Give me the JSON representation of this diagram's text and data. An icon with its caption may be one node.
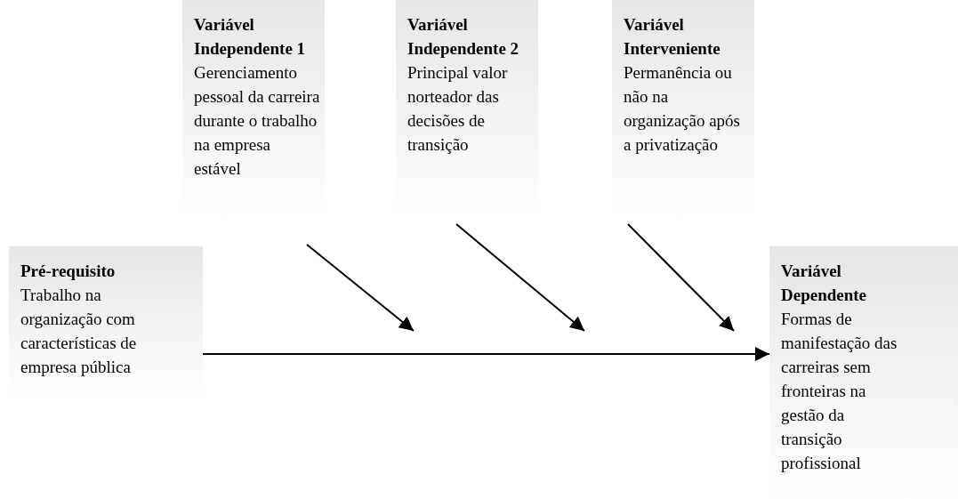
{
  "diagram": {
    "nodes": [
      {
        "text": [
          "Variável Independente 1",
          "Gerenciamento pessoal da carreira durante o trabalho na empresa estável"
        ]
      },
      {
        "text": [
          "Variável Independente 2",
          "Principal valor norteador das decisões de transição"
        ]
      },
      {
        "text": [
          "Variável Interveniente",
          "Permanência ou não na organização após a privatização"
        ]
      },
      {
        "text": [
          "Pré-requisito",
          "Trabalho na organização com características de empresa pública"
        ]
      },
      {
        "text": [
          "Variável Dependente",
          "Formas de manifestação das carreiras sem fronteiras na gestão da transição profissional"
        ]
      }
    ],
    "edges": [
      {
        "from": 0,
        "to": null,
        "arrow": "to"
      },
      {
        "from": 1,
        "to": null,
        "arrow": "to"
      },
      {
        "from": 2,
        "to": null,
        "arrow": "to"
      },
      {
        "from": 3,
        "to": 4,
        "arrow": "to"
      }
    ]
  }
}
